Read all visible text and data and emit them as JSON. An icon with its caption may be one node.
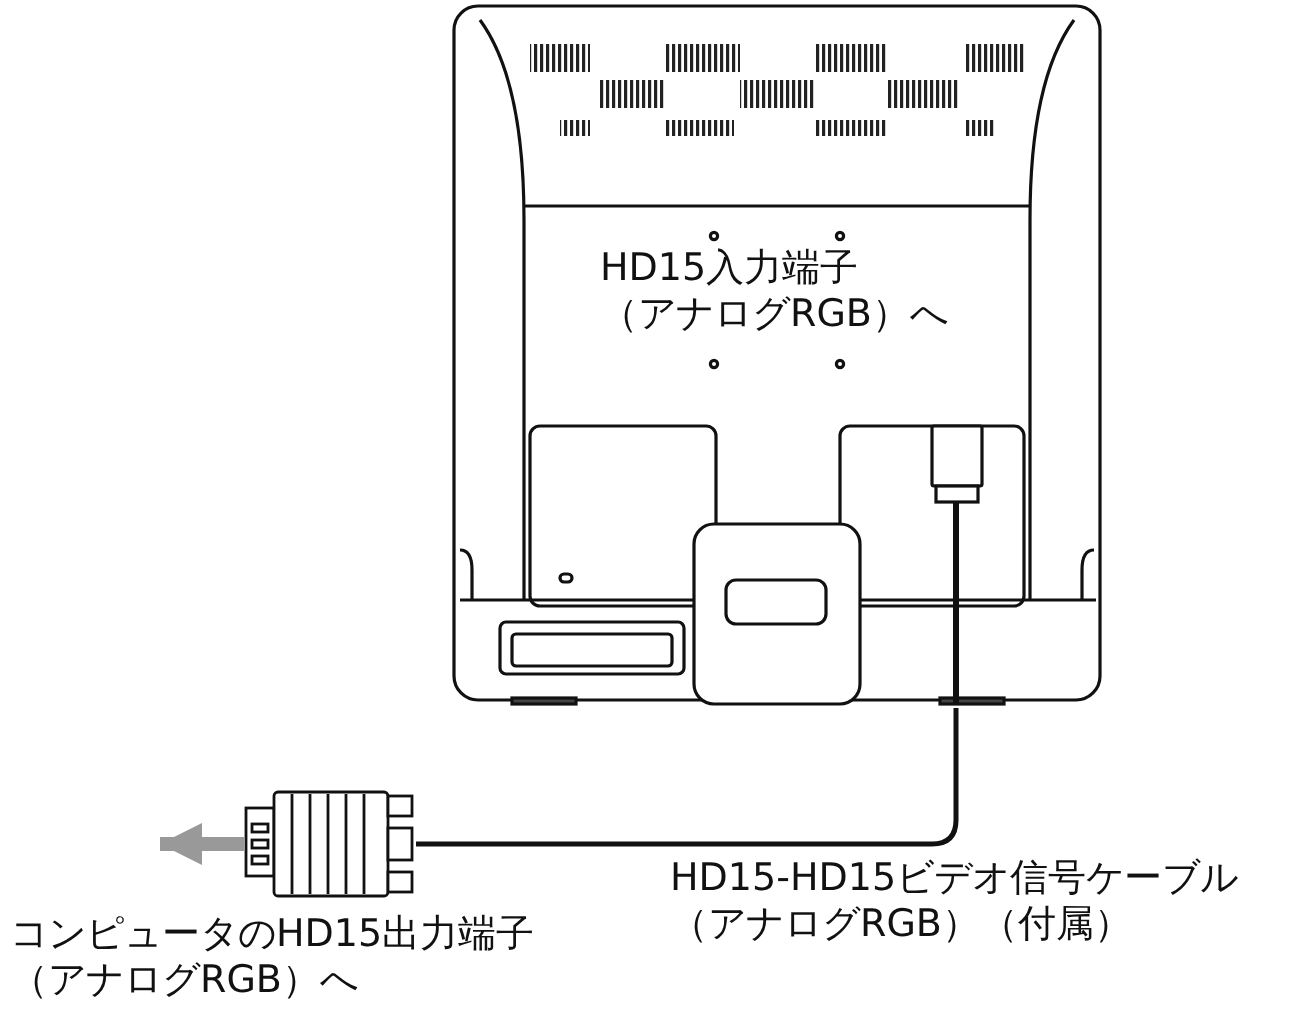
{
  "diagram": {
    "nodes": [
      {
        "text": [
          "HD15入力端子（アナログRGB）へ"
        ]
      },
      {
        "text": [],
        "shape": "plug",
        "beside": [
          "コンピュータのHD15出力端子（アナログRGB）へ"
        ]
      }
    ],
    "edges": [
      {
        "from": 0,
        "to": 1,
        "arrow": "none",
        "label": "HD15-HD15ビデオ信号ケーブル（アナログRGB）（付属）"
      },
      {
        "from": 1,
        "to": null,
        "arrow": "to",
        "style": "thick",
        "color": "#999999"
      }
    ]
  }
}
